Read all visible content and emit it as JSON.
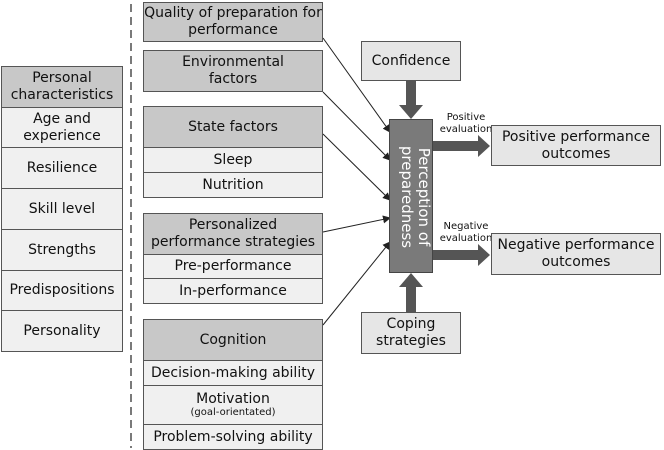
{
  "personal": {
    "header": "Personal characteristics",
    "items": [
      "Age and experience",
      "Resilience",
      "Skill level",
      "Strengths",
      "Predispositions",
      "Personality"
    ]
  },
  "middle": {
    "quality": "Quality of preparation for performance",
    "environmental": "Environmental factors",
    "state": {
      "header": "State factors",
      "items": [
        "Sleep",
        "Nutrition"
      ]
    },
    "strategies": {
      "header": "Personalized performance strategies",
      "items": [
        "Pre-performance",
        "In-performance"
      ]
    },
    "cognition": {
      "header": "Cognition",
      "decision": "Decision-making ability",
      "motivation": "Motivation",
      "motivation_sub": "(goal-orientated)",
      "problem": "Problem-solving ability"
    }
  },
  "center": {
    "confidence": "Confidence",
    "perception": "Perception of preparedness",
    "coping": "Coping strategies"
  },
  "outcomes": {
    "positive_label": "Positive evaluation",
    "positive": "Positive performance outcomes",
    "negative_label": "Negative evaluation",
    "negative": "Negative performance outcomes"
  }
}
